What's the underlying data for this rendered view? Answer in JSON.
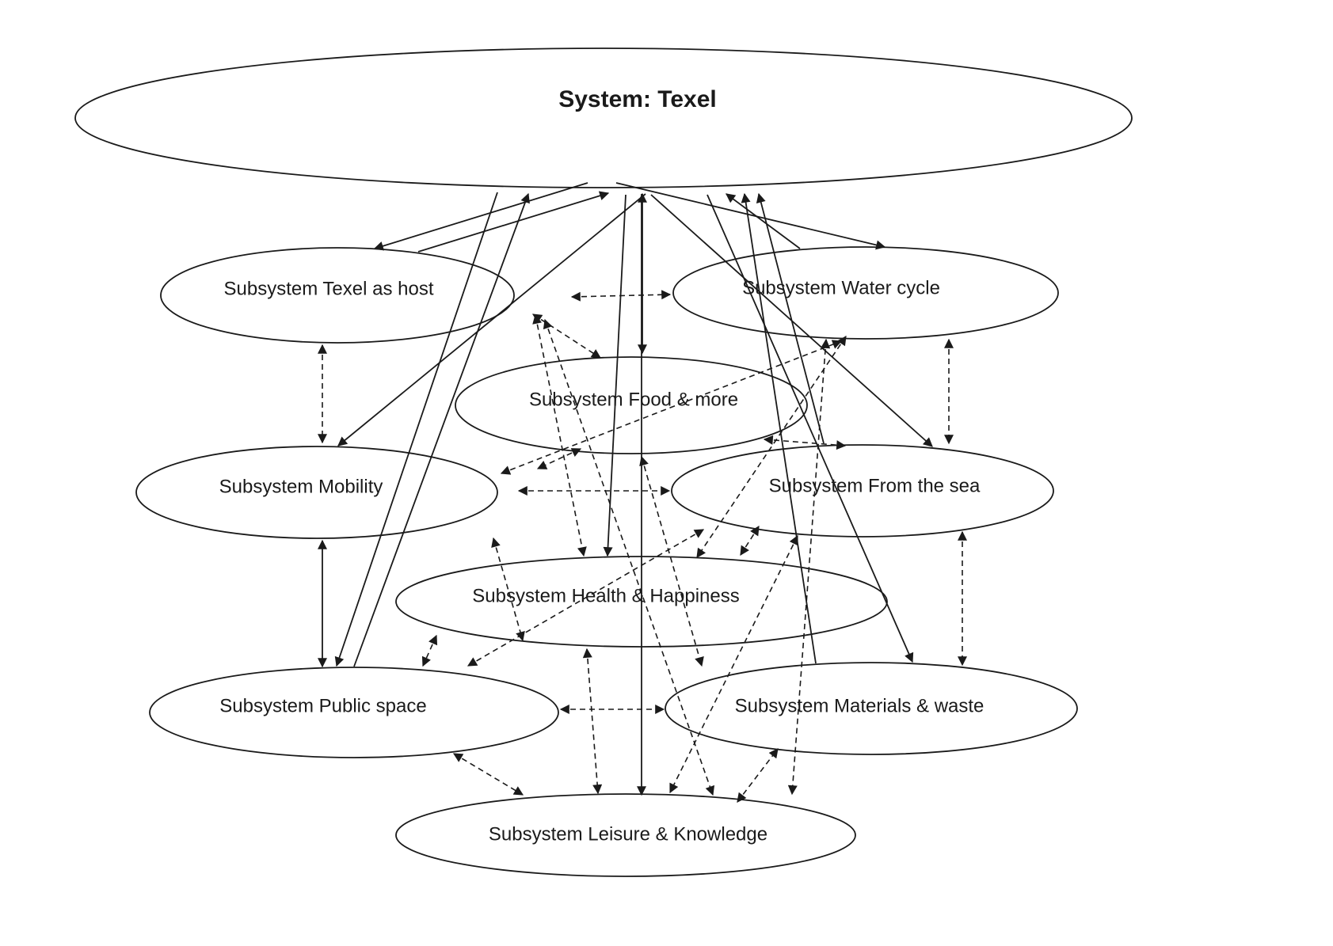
{
  "diagram": {
    "title": "System: Texel",
    "background_color": "#ffffff",
    "stroke_color": "#1a1a1a",
    "nodes": [
      {
        "id": "system",
        "label": "System: Texel",
        "kind": "system"
      },
      {
        "id": "host",
        "label": "Subsystem Texel as host",
        "kind": "subsystem"
      },
      {
        "id": "water",
        "label": "Subsystem Water cycle",
        "kind": "subsystem"
      },
      {
        "id": "food",
        "label": "Subsystem Food & more",
        "kind": "subsystem"
      },
      {
        "id": "mobility",
        "label": "Subsystem Mobility",
        "kind": "subsystem"
      },
      {
        "id": "fromsea",
        "label": "Subsystem From the sea",
        "kind": "subsystem"
      },
      {
        "id": "health",
        "label": "Subsystem Health & Happiness",
        "kind": "subsystem"
      },
      {
        "id": "public",
        "label": "Subsystem Public space",
        "kind": "subsystem"
      },
      {
        "id": "materials",
        "label": "Subsystem Materials & waste",
        "kind": "subsystem"
      },
      {
        "id": "leisure",
        "label": "Subsystem  Leisure & Knowledge",
        "kind": "subsystem"
      }
    ],
    "edges": [
      {
        "from": "system",
        "to": "host",
        "style": "solid",
        "heads": "end"
      },
      {
        "from": "host",
        "to": "system",
        "style": "solid",
        "heads": "end"
      },
      {
        "from": "system",
        "to": "water",
        "style": "solid",
        "heads": "end"
      },
      {
        "from": "water",
        "to": "system",
        "style": "solid",
        "heads": "end"
      },
      {
        "from": "system",
        "to": "food",
        "style": "solid",
        "heads": "both"
      },
      {
        "from": "system",
        "to": "mobility",
        "style": "solid",
        "heads": "end"
      },
      {
        "from": "public",
        "to": "system",
        "style": "solid",
        "heads": "end"
      },
      {
        "from": "system",
        "to": "fromsea",
        "style": "solid",
        "heads": "end"
      },
      {
        "from": "fromsea",
        "to": "system",
        "style": "solid",
        "heads": "end"
      },
      {
        "from": "system",
        "to": "health",
        "style": "solid",
        "heads": "end"
      },
      {
        "from": "system",
        "to": "public",
        "style": "solid",
        "heads": "end"
      },
      {
        "from": "materials",
        "to": "system",
        "style": "solid",
        "heads": "end"
      },
      {
        "from": "system",
        "to": "materials",
        "style": "solid",
        "heads": "end"
      },
      {
        "from": "system",
        "to": "leisure",
        "style": "solid",
        "heads": "end"
      },
      {
        "from": "mobility",
        "to": "public",
        "style": "solid",
        "heads": "both"
      },
      {
        "from": "host",
        "to": "water",
        "style": "dashed",
        "heads": "both"
      },
      {
        "from": "host",
        "to": "mobility",
        "style": "dashed",
        "heads": "both"
      },
      {
        "from": "water",
        "to": "fromsea",
        "style": "dashed",
        "heads": "both"
      },
      {
        "from": "mobility",
        "to": "fromsea",
        "style": "dashed",
        "heads": "both"
      },
      {
        "from": "public",
        "to": "materials",
        "style": "dashed",
        "heads": "both"
      },
      {
        "from": "health",
        "to": "public",
        "style": "dashed",
        "heads": "both"
      },
      {
        "from": "public",
        "to": "leisure",
        "style": "dashed",
        "heads": "both"
      },
      {
        "from": "leisure",
        "to": "materials",
        "style": "dashed",
        "heads": "both"
      },
      {
        "from": "host",
        "to": "health",
        "style": "dashed",
        "heads": "both"
      },
      {
        "from": "host",
        "to": "leisure",
        "style": "dashed",
        "heads": "both"
      },
      {
        "from": "health",
        "to": "leisure",
        "style": "dashed",
        "heads": "both"
      },
      {
        "from": "food",
        "to": "mobility",
        "style": "dashed",
        "heads": "both"
      },
      {
        "from": "food",
        "to": "materials",
        "style": "dashed",
        "heads": "both"
      },
      {
        "from": "water",
        "to": "health",
        "style": "dashed",
        "heads": "both"
      },
      {
        "from": "food",
        "to": "fromsea",
        "style": "dashed",
        "heads": "both"
      },
      {
        "from": "mobility",
        "to": "health",
        "style": "dashed",
        "heads": "both"
      },
      {
        "from": "fromsea",
        "to": "health",
        "style": "dashed",
        "heads": "both"
      },
      {
        "from": "fromsea",
        "to": "materials",
        "style": "dashed",
        "heads": "both"
      },
      {
        "from": "fromsea",
        "to": "leisure",
        "style": "dashed",
        "heads": "both"
      },
      {
        "from": "mobility",
        "to": "water",
        "style": "dashed",
        "heads": "both"
      },
      {
        "from": "fromsea",
        "to": "public",
        "style": "dashed",
        "heads": "both"
      },
      {
        "from": "host",
        "to": "food",
        "style": "dashed",
        "heads": "both"
      },
      {
        "from": "water",
        "to": "leisure",
        "style": "dashed",
        "heads": "both"
      }
    ]
  }
}
